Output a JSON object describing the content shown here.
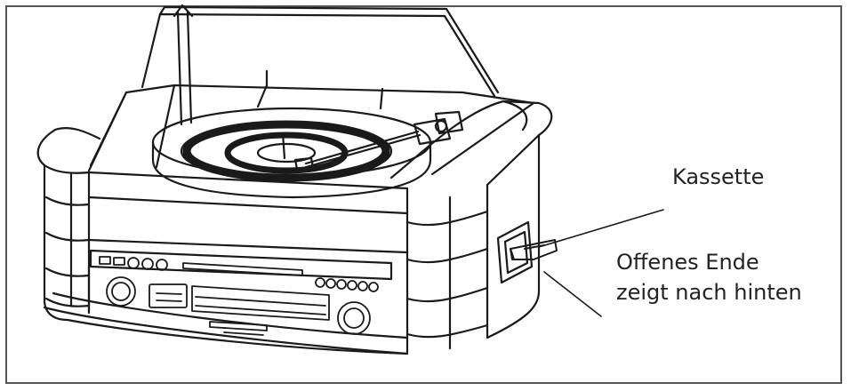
{
  "labels": {
    "cassette": "Kassette",
    "open_end_line1": "Offenes Ende",
    "open_end_line2": "zeigt nach hinten"
  },
  "colors": {
    "frame": "#555555",
    "line": "#1a1a1a",
    "text": "#222222",
    "background": "#ffffff"
  }
}
